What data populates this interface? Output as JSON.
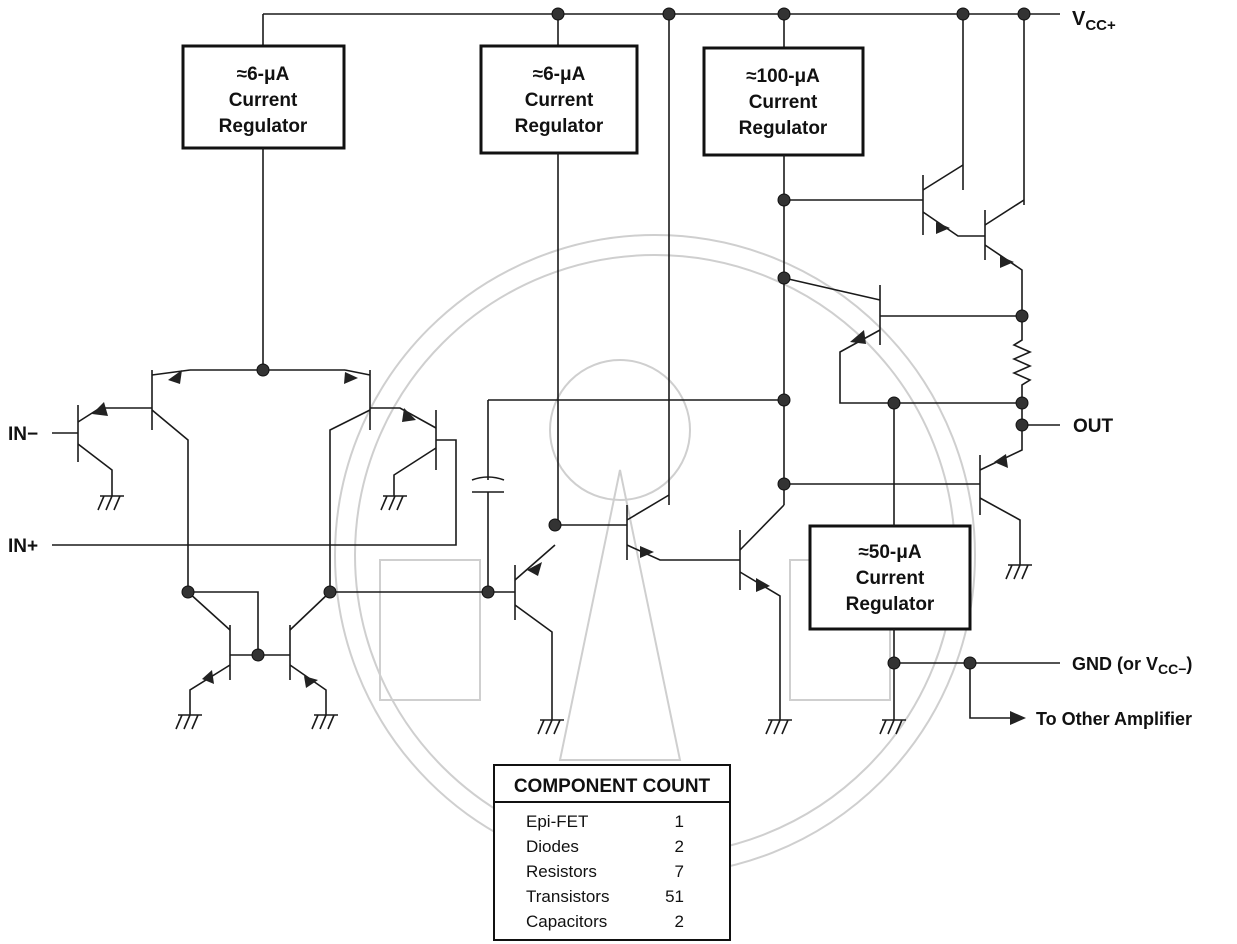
{
  "diagram": {
    "regulators": {
      "r1": {
        "line1": "≈6-μA",
        "line2": "Current",
        "line3": "Regulator"
      },
      "r2": {
        "line1": "≈6-μA",
        "line2": "Current",
        "line3": "Regulator"
      },
      "r3": {
        "line1": "≈100-μA",
        "line2": "Current",
        "line3": "Regulator"
      },
      "r4": {
        "line1": "≈50-μA",
        "line2": "Current",
        "line3": "Regulator"
      }
    },
    "pins": {
      "vcc_main": "V",
      "vcc_sub": "CC+",
      "in_minus": "IN−",
      "in_plus": "IN+",
      "out": "OUT",
      "gnd_main": "GND (or V",
      "gnd_sub": "CC−",
      "gnd_close": ")",
      "to_other": "To Other Amplifier"
    }
  },
  "component_count": {
    "title": "COMPONENT COUNT",
    "rows": [
      {
        "name": "Epi-FET",
        "count": "1"
      },
      {
        "name": "Diodes",
        "count": "2"
      },
      {
        "name": "Resistors",
        "count": "7"
      },
      {
        "name": "Transistors",
        "count": "51"
      },
      {
        "name": "Capacitors",
        "count": "2"
      }
    ]
  }
}
